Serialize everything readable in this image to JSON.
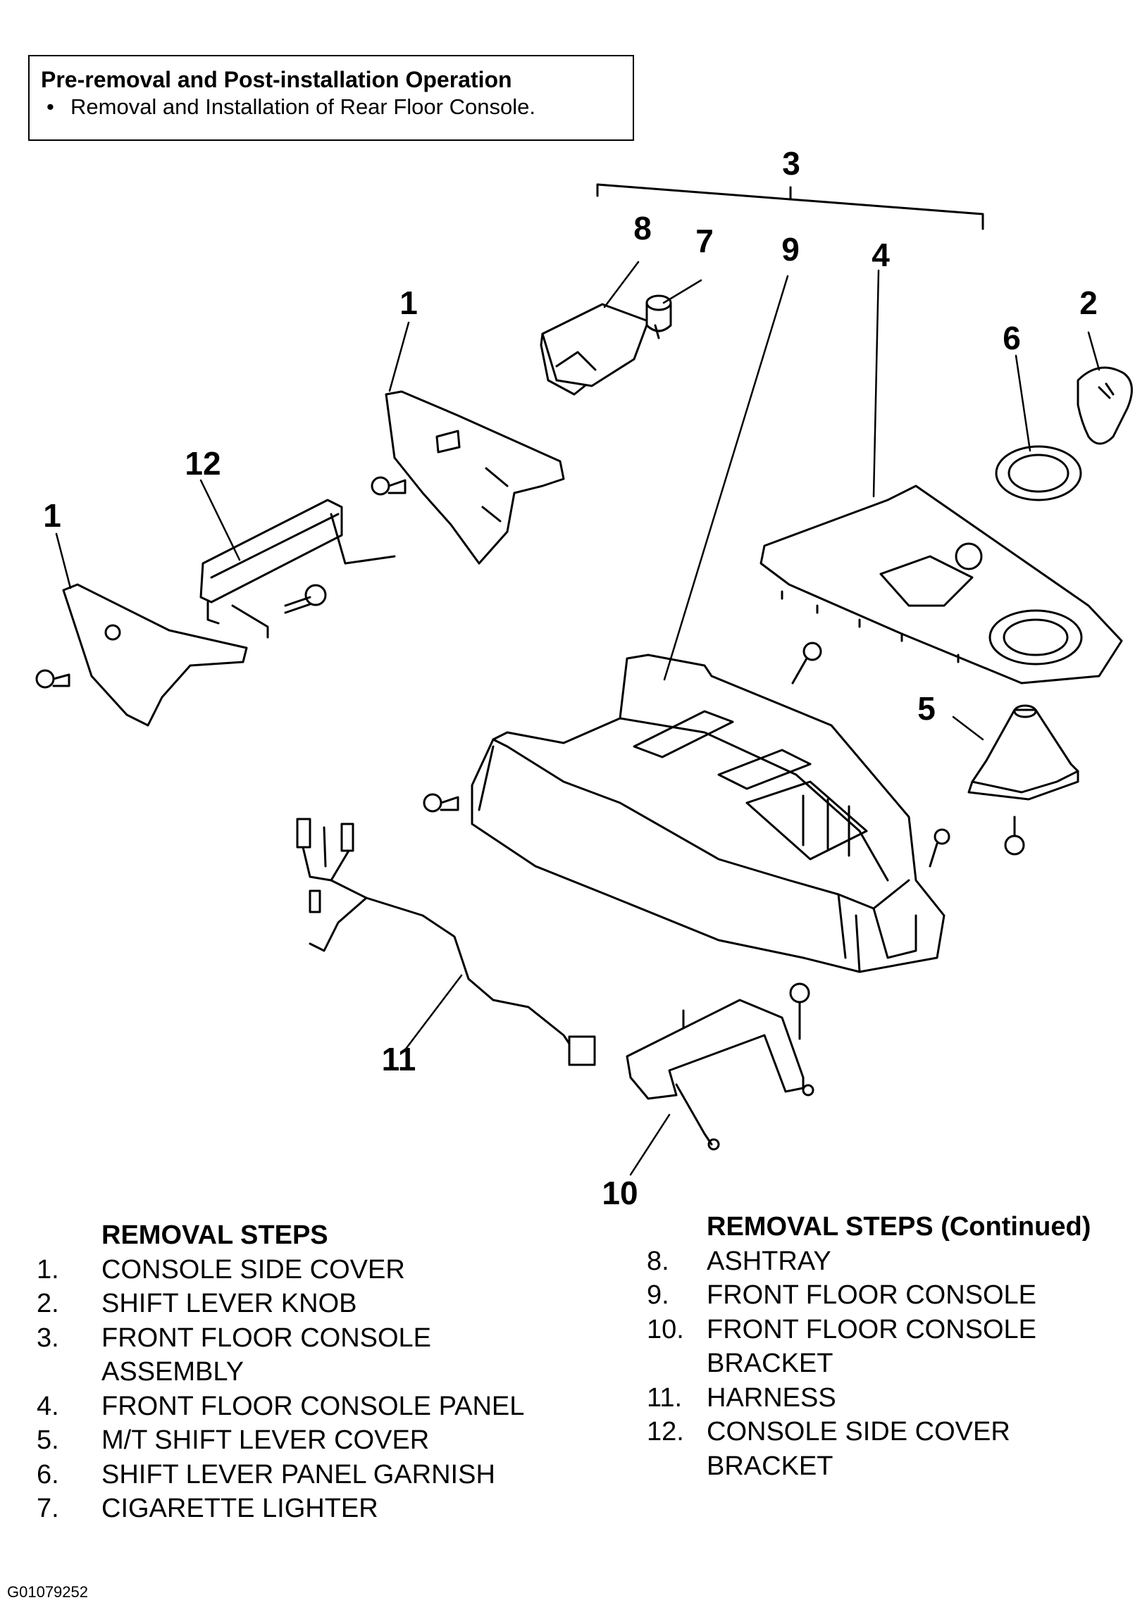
{
  "note": {
    "title": "Pre-removal and Post-installation Operation",
    "bullet": "•",
    "item": "Removal and Installation of Rear Floor Console."
  },
  "callouts": {
    "c1a": "1",
    "c1b": "1",
    "c2": "2",
    "c3": "3",
    "c4": "4",
    "c5": "5",
    "c6": "6",
    "c7": "7",
    "c8": "8",
    "c9": "9",
    "c10": "10",
    "c11": "11",
    "c12": "12"
  },
  "removal_steps": {
    "title": "REMOVAL STEPS",
    "items": [
      {
        "num": "1.",
        "label": "CONSOLE SIDE COVER"
      },
      {
        "num": "2.",
        "label": "SHIFT LEVER KNOB"
      },
      {
        "num": "3.",
        "label": "FRONT FLOOR CONSOLE"
      },
      {
        "num": "",
        "label": "ASSEMBLY"
      },
      {
        "num": "4.",
        "label": "FRONT FLOOR CONSOLE PANEL"
      },
      {
        "num": "5.",
        "label": "M/T SHIFT LEVER COVER"
      },
      {
        "num": "6.",
        "label": "SHIFT LEVER PANEL GARNISH"
      },
      {
        "num": "7.",
        "label": "CIGARETTE LIGHTER"
      }
    ]
  },
  "removal_steps_cont": {
    "title": "REMOVAL STEPS (Continued)",
    "items": [
      {
        "num": "8.",
        "label": "ASHTRAY"
      },
      {
        "num": "9.",
        "label": "FRONT FLOOR CONSOLE"
      },
      {
        "num": "10.",
        "label": "FRONT FLOOR CONSOLE"
      },
      {
        "num": "",
        "label": "BRACKET"
      },
      {
        "num": "11.",
        "label": "HARNESS"
      },
      {
        "num": "12.",
        "label": "CONSOLE SIDE COVER"
      },
      {
        "num": "",
        "label": "BRACKET"
      }
    ]
  },
  "figure_id": "G01079252"
}
